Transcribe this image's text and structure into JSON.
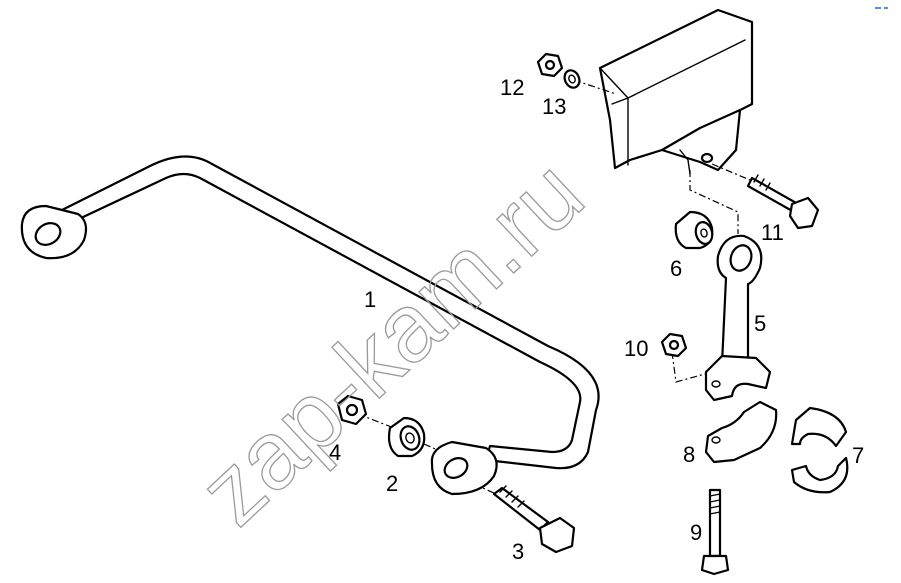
{
  "watermark": "zap-kam.ru",
  "callouts": [
    {
      "id": "1",
      "text": "1"
    },
    {
      "id": "2",
      "text": "2"
    },
    {
      "id": "3",
      "text": "3"
    },
    {
      "id": "4",
      "text": "4"
    },
    {
      "id": "5",
      "text": "5"
    },
    {
      "id": "6",
      "text": "6"
    },
    {
      "id": "7",
      "text": "7"
    },
    {
      "id": "8",
      "text": "8"
    },
    {
      "id": "9",
      "text": "9"
    },
    {
      "id": "10",
      "text": "10"
    },
    {
      "id": "11",
      "text": "11"
    },
    {
      "id": "12",
      "text": "12"
    },
    {
      "id": "13",
      "text": "13"
    }
  ],
  "colors": {
    "line": "#000000",
    "background": "#ffffff",
    "watermark": "#9a9a9a",
    "corner_mark": "#2b5fd9"
  }
}
